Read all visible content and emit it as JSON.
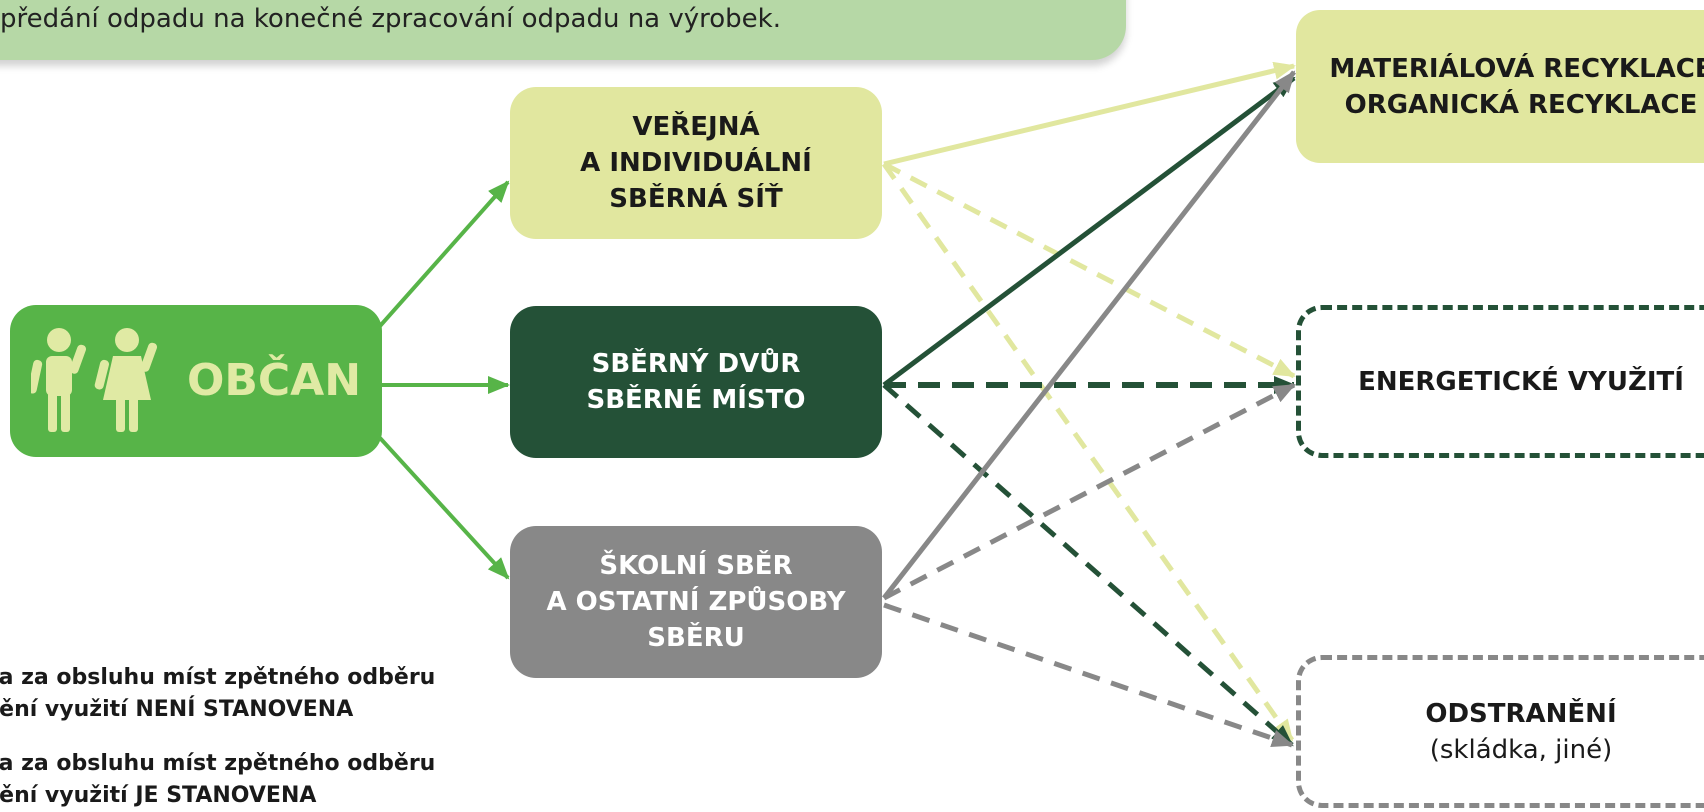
{
  "banner": {
    "text": "předání odpadu na konečné zpracování odpadu na výrobek."
  },
  "nodes": {
    "obcan": {
      "label": "OBČAN"
    },
    "verejna": {
      "lines": [
        "VEŘEJNÁ",
        "A INDIVIDUÁLNÍ",
        "SBĚRNÁ SÍŤ"
      ]
    },
    "dvur": {
      "lines": [
        "SBĚRNÝ DVŮR",
        "SBĚRNÉ MÍSTO"
      ]
    },
    "skolni": {
      "lines": [
        "ŠKOLNÍ SBĚR",
        "A OSTATNÍ ZPŮSOBY",
        "SBĚRU"
      ]
    },
    "recyklace": {
      "lines": [
        "MATERIÁLOVÁ RECYKLACE",
        "ORGANICKÁ RECYKLACE"
      ]
    },
    "energie": {
      "lines": [
        "ENERGETICKÉ VYUŽITÍ"
      ]
    },
    "odstraneni": {
      "title": "ODSTRANĚNÍ",
      "sub": "(skládka, jiné)"
    }
  },
  "legend": {
    "not_set": [
      "ěna za obsluhu míst zpětného odběru",
      "ištění využití NENÍ STANOVENA"
    ],
    "set": [
      "ěna za obsluhu míst zpětného odběru",
      "ištění využití JE STANOVENA"
    ]
  },
  "colors": {
    "green": "#57b448",
    "light_yellow": "#e1e79f",
    "dark_green": "#245137",
    "gray": "#888888",
    "banner": "#b6d8a6"
  }
}
